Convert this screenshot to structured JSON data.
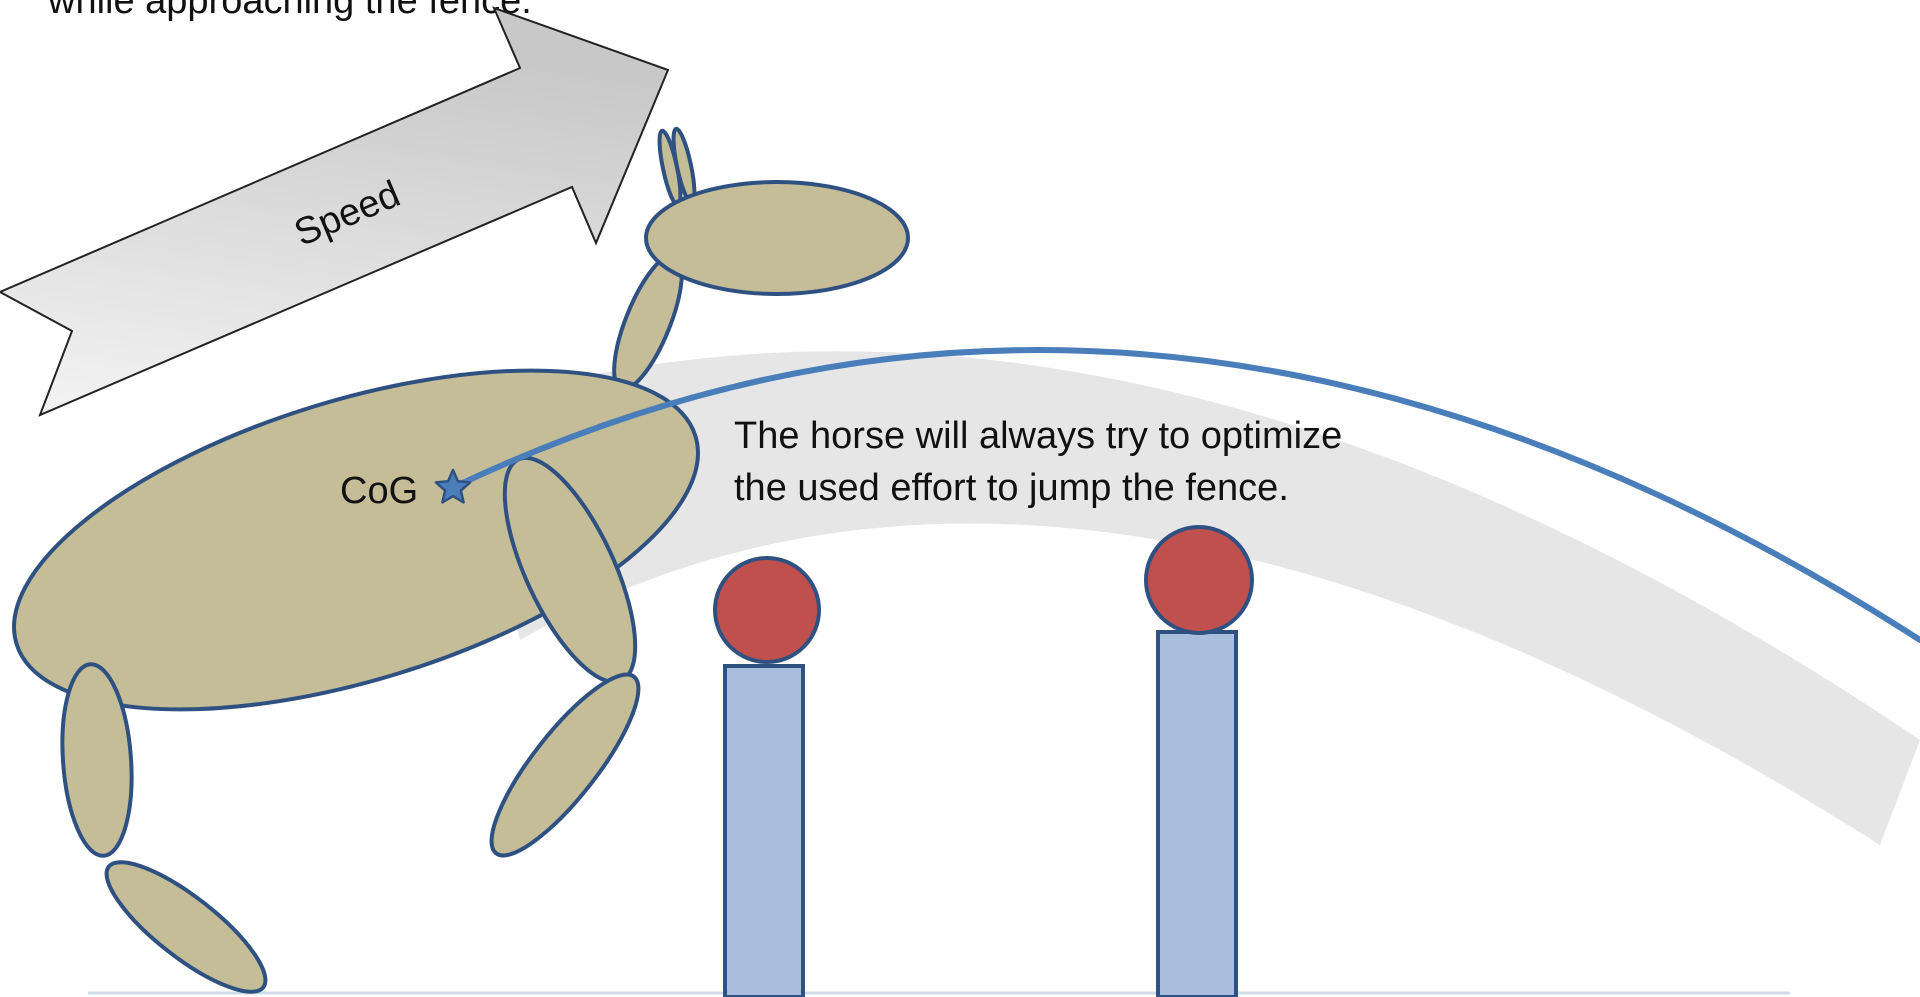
{
  "text": {
    "top_caption": "while approaching the fence.",
    "arrow_label": "Speed",
    "cog_label": "CoG",
    "effort_line1": "The horse will always try to optimize",
    "effort_line2": "the used effort to jump the fence."
  },
  "colors": {
    "horse_fill": "#c4bd97",
    "outline": "#2e5182",
    "trajectory": "#4a7ebb",
    "trajectory_band": "#e6e6e6",
    "pole_fill": "#a7bfdd",
    "ball_fill": "#c0504d",
    "ground_line": "#d0dce8"
  },
  "icons": {
    "cog_marker": "star-icon"
  }
}
